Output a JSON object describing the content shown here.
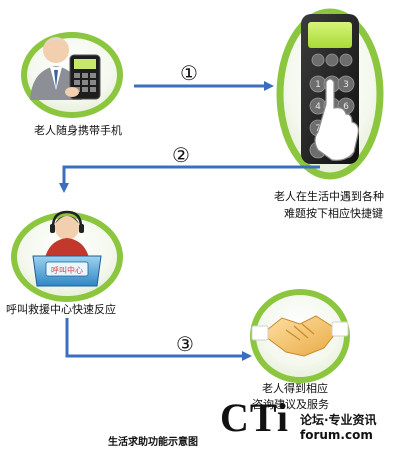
{
  "nodes": {
    "elder": {
      "label": "老人随身携带手机",
      "icon": "elderly-man-with-phone-icon"
    },
    "keypad": {
      "label_line1": "老人在生活中遇到各种",
      "label_line2": "难题按下相应快捷键",
      "icon": "phone-keypad-icon"
    },
    "center": {
      "label": "呼叫救援中心快速反应",
      "icon": "call-center-operator-icon"
    },
    "service": {
      "label_line1": "老人得到相应",
      "label_line2": "咨询建议及服务",
      "icon": "handshake-icon"
    }
  },
  "steps": [
    "①",
    "②",
    "③"
  ],
  "center_desk_text": "呼叫中心",
  "caption": "生活求助功能示意图",
  "watermark": {
    "logo": "CTi",
    "line1": "论坛·专业资讯",
    "line2": "forum.com"
  },
  "colors": {
    "arrow": "#3a6fc0",
    "ring": "#8cc63f",
    "ring_dark": "#5e9a1e"
  }
}
